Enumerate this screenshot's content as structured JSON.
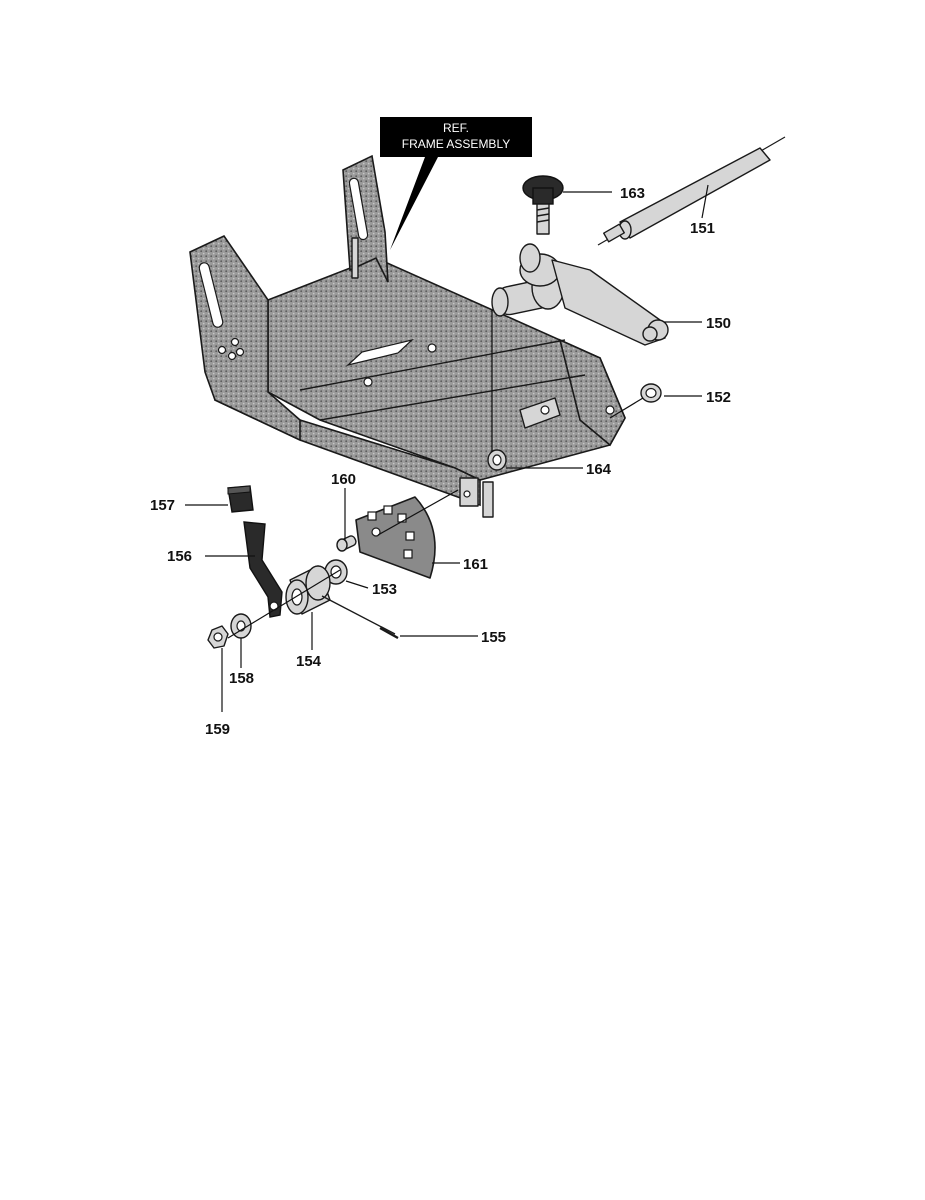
{
  "reference_box": {
    "line1": "REF.",
    "line2": "FRAME ASSEMBLY"
  },
  "parts": {
    "p150": "150",
    "p151": "151",
    "p152": "152",
    "p153": "153",
    "p154": "154",
    "p155": "155",
    "p156": "156",
    "p157": "157",
    "p158": "158",
    "p159": "159",
    "p160": "160",
    "p161": "161",
    "p163": "163",
    "p164": "164"
  }
}
